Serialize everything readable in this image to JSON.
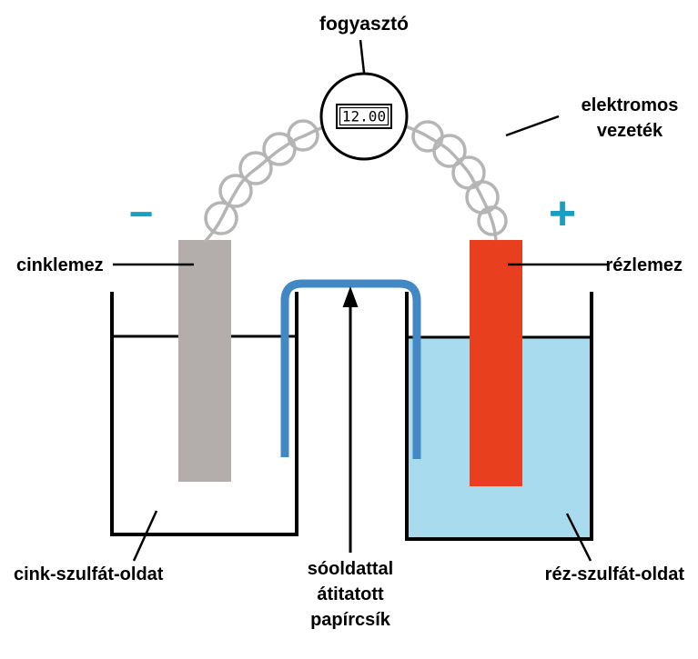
{
  "title": "fogyasztó",
  "meter": {
    "value": "12.00"
  },
  "labels": {
    "wire_line1": "elektromos",
    "wire_line2": "vezeték",
    "zinc_plate": "cinklemez",
    "copper_plate": "rézlemez",
    "minus": "−",
    "plus": "+",
    "zinc_solution": "cink-szulfát-oldat",
    "copper_solution": "réz-szulfát-oldat",
    "salt_line1": "sóoldattal",
    "salt_line2": "átitatott",
    "salt_line3": "papírcsík"
  },
  "colors": {
    "zinc_electrode": "#b3aeab",
    "copper_electrode": "#e8401f",
    "copper_solution_fill": "#a9dbee",
    "salt_bridge": "#4288c4",
    "polarity": "#189fc6",
    "wire": "#b5b5b5"
  }
}
